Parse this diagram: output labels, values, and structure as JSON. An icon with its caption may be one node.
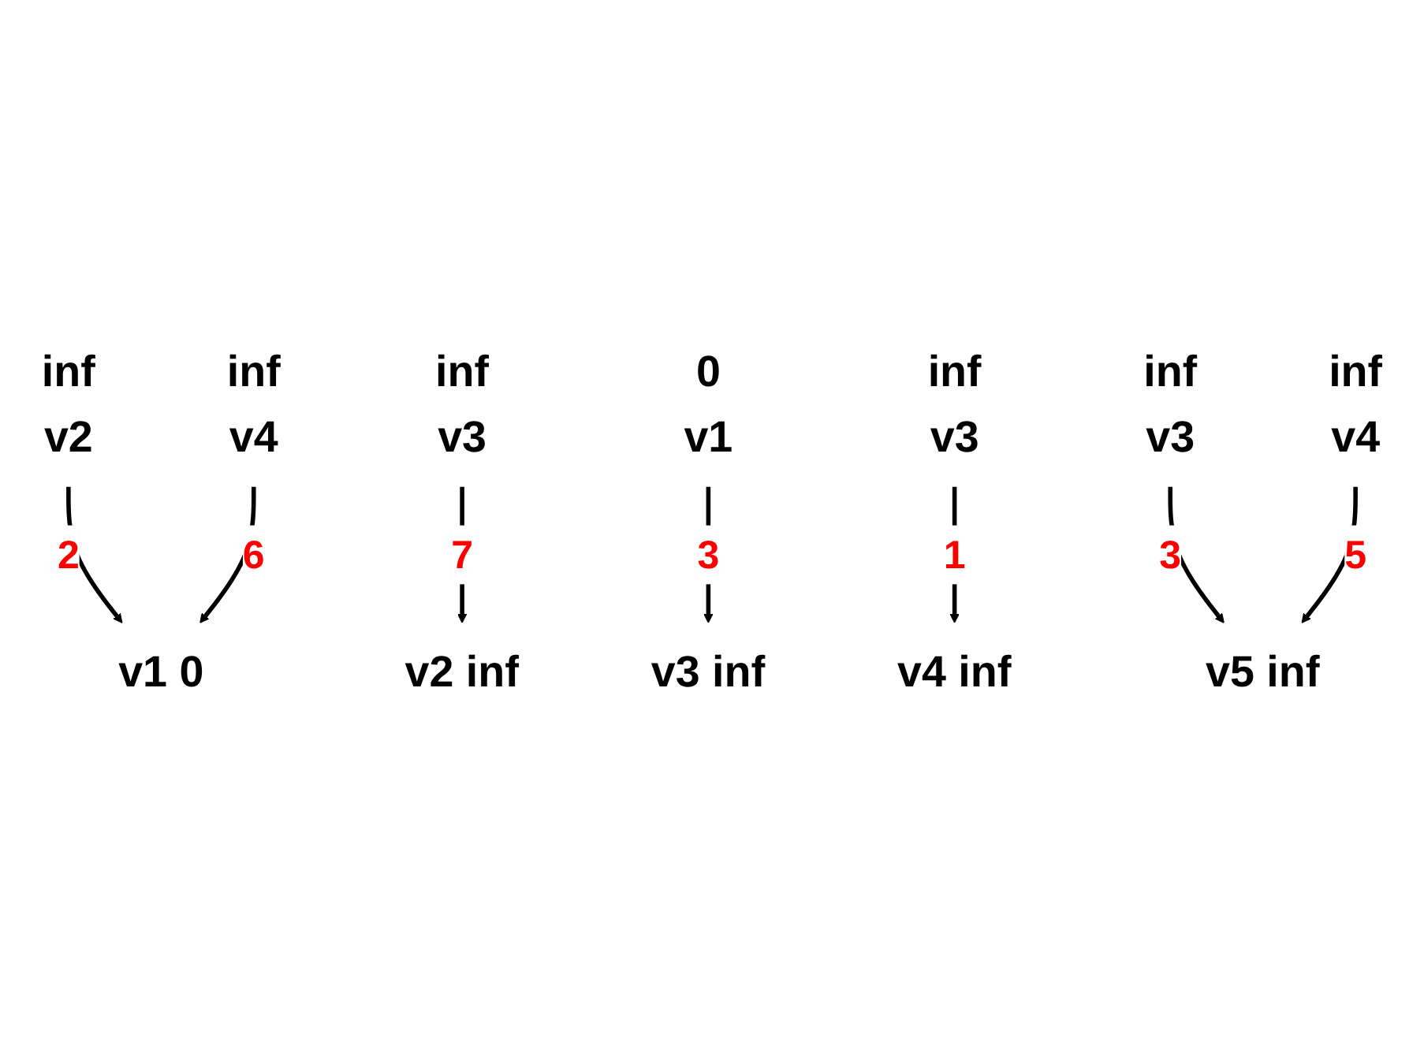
{
  "diagram": {
    "nodes": [
      {
        "text": [
          "v2"
        ],
        "beside": [
          "inf"
        ]
      },
      {
        "text": [
          "v4"
        ],
        "beside": [
          "inf"
        ]
      },
      {
        "text": [
          "v1"
        ],
        "beside": [
          "0"
        ]
      },
      {
        "text": [
          "v3"
        ],
        "beside": [
          "inf"
        ]
      },
      {
        "text": [
          "v2"
        ],
        "beside": [
          "inf"
        ]
      },
      {
        "text": [
          "v1"
        ],
        "beside": [
          "0"
        ]
      },
      {
        "text": [
          "v3"
        ],
        "beside": [
          "inf"
        ]
      },
      {
        "text": [
          "v3"
        ],
        "beside": [
          "inf"
        ]
      },
      {
        "text": [
          "v4"
        ],
        "beside": [
          "inf"
        ]
      },
      {
        "text": [
          "v3"
        ],
        "beside": [
          "inf"
        ]
      },
      {
        "text": [
          "v4"
        ],
        "beside": [
          "inf"
        ]
      },
      {
        "text": [
          "v5"
        ],
        "beside": [
          "inf"
        ]
      }
    ],
    "edges": [
      {
        "from": 0,
        "to": 2,
        "arrow": "to",
        "label": "2"
      },
      {
        "from": 1,
        "to": 2,
        "arrow": "to",
        "label": "6"
      },
      {
        "from": 3,
        "to": 4,
        "arrow": "to",
        "label": "7"
      },
      {
        "from": 5,
        "to": 6,
        "arrow": "to",
        "label": "3"
      },
      {
        "from": 7,
        "to": 8,
        "arrow": "to",
        "label": "1"
      },
      {
        "from": 9,
        "to": 11,
        "arrow": "to",
        "label": "3"
      },
      {
        "from": 10,
        "to": 11,
        "arrow": "to",
        "label": "5"
      }
    ]
  }
}
